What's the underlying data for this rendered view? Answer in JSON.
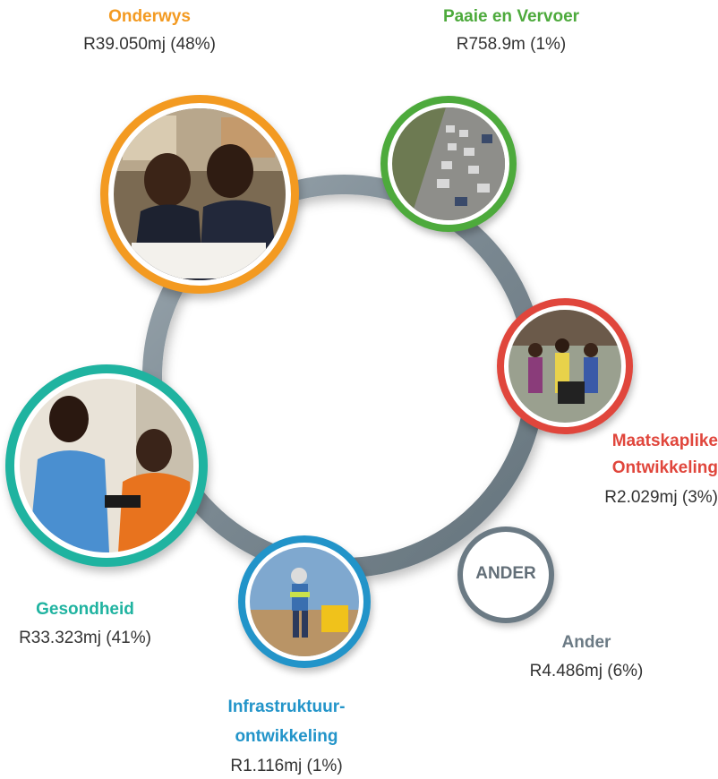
{
  "colors": {
    "education": "#f39a21",
    "roads": "#4daa3c",
    "social": "#e0463c",
    "health": "#1fb3a0",
    "infrastructure": "#2294c9",
    "other": "#6b7a84",
    "ring": "#7f8d96"
  },
  "items": {
    "education": {
      "title": "Onderwys",
      "value": "R39.050mj (48%)",
      "share_percent": 48
    },
    "roads": {
      "title": "Paaie en Vervoer",
      "value": "R758.9m (1%)",
      "share_percent": 1
    },
    "social": {
      "title_line1": "Maatskaplike",
      "title_line2": "Ontwikkeling",
      "value": "R2.029mj (3%)",
      "share_percent": 3
    },
    "health": {
      "title": "Gesondheid",
      "value": "R33.323mj (41%)",
      "share_percent": 41
    },
    "infrastructure": {
      "title_line1": "Infrastruktuur-",
      "title_line2": "ontwikkeling",
      "value": "R1.116mj (1%)",
      "share_percent": 1
    },
    "other": {
      "circle_label": "ANDER",
      "title": "Ander",
      "value": "R4.486mj (6%)",
      "share_percent": 6
    }
  }
}
